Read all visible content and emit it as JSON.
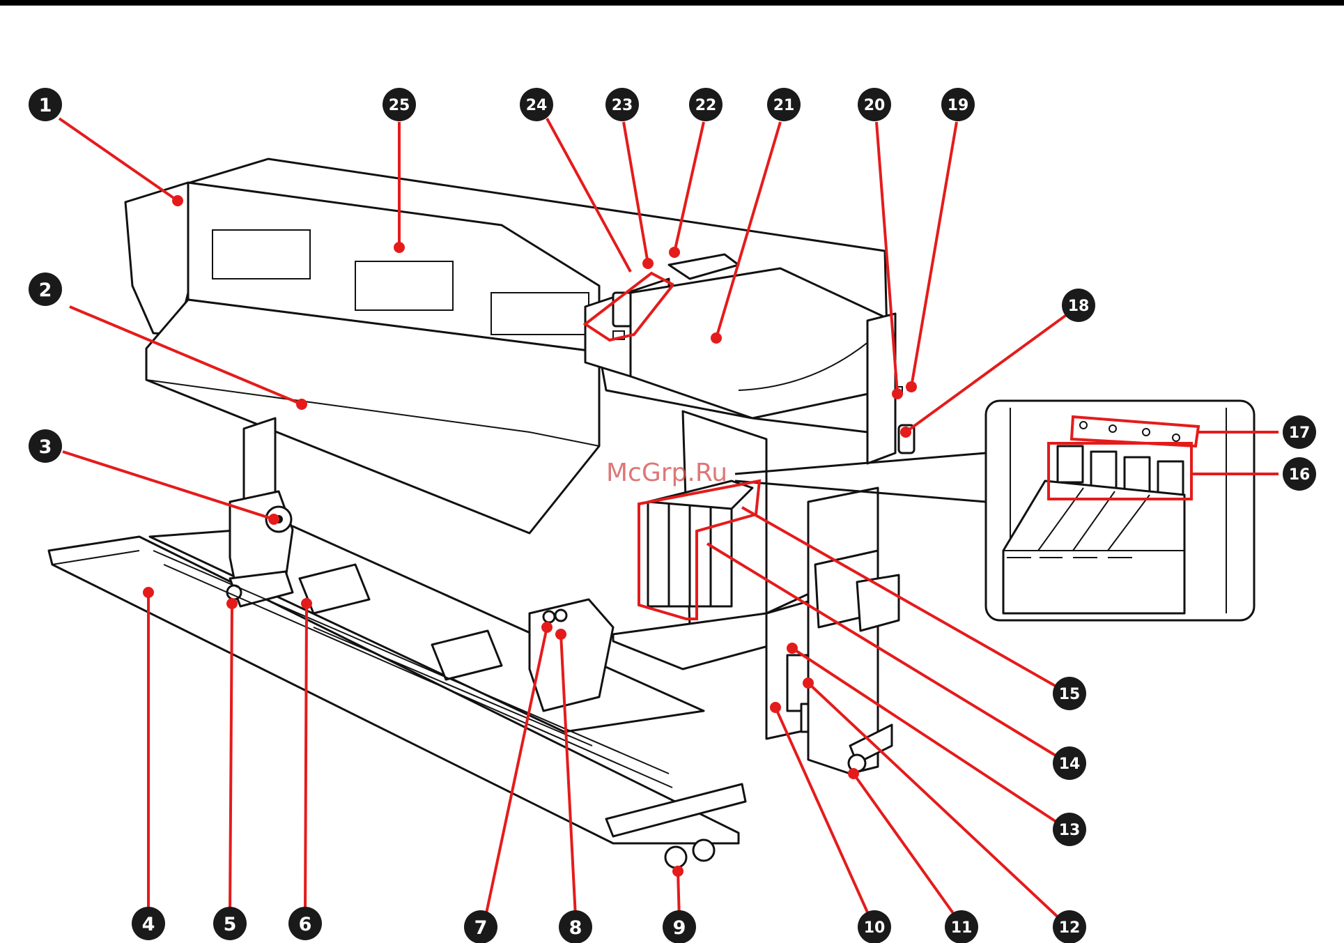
{
  "watermark": "McGrp.Ru",
  "callouts": [
    {
      "id": "1",
      "label": "1"
    },
    {
      "id": "2",
      "label": "2"
    },
    {
      "id": "3",
      "label": "3"
    },
    {
      "id": "4",
      "label": "4"
    },
    {
      "id": "5",
      "label": "5"
    },
    {
      "id": "6",
      "label": "6"
    },
    {
      "id": "7",
      "label": "7"
    },
    {
      "id": "8",
      "label": "8"
    },
    {
      "id": "9",
      "label": "9"
    },
    {
      "id": "10",
      "label": "10"
    },
    {
      "id": "11",
      "label": "11"
    },
    {
      "id": "12",
      "label": "12"
    },
    {
      "id": "13",
      "label": "13"
    },
    {
      "id": "14",
      "label": "14"
    },
    {
      "id": "15",
      "label": "15"
    },
    {
      "id": "16",
      "label": "16"
    },
    {
      "id": "17",
      "label": "17"
    },
    {
      "id": "18",
      "label": "18"
    },
    {
      "id": "19",
      "label": "19"
    },
    {
      "id": "20",
      "label": "20"
    },
    {
      "id": "21",
      "label": "21"
    },
    {
      "id": "22",
      "label": "22"
    },
    {
      "id": "23",
      "label": "23"
    },
    {
      "id": "24",
      "label": "24"
    },
    {
      "id": "25",
      "label": "25"
    }
  ],
  "colors": {
    "callout_fill": "#1a1a1a",
    "leader": "#e51b1b",
    "line_art": "#111111",
    "top_rule": "#000000"
  }
}
